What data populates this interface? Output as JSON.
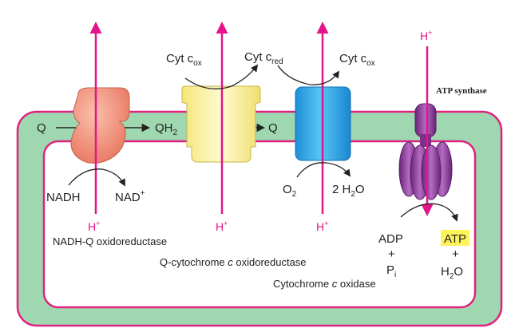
{
  "colors": {
    "membrane": "#9fd8b0",
    "membrane_edge": "#e0217f",
    "proton_arrow": "#e4158a",
    "complex1": "#f2917a",
    "complex3": "#fff5a6",
    "complex4": "#39b4ee",
    "atp_synthase": "#8b3c98",
    "atp_highlight": "#fff35a"
  },
  "labels": {
    "q_left": "Q",
    "qh2": "QH",
    "qh2_sub": "2",
    "q_right": "Q",
    "cyt_c": "Cyt c",
    "ox_sub": "ox",
    "red_sub": "red",
    "nadh": "NADH",
    "nad": "NAD",
    "plus_sup": "+",
    "o2": "O",
    "o2_sub": "2",
    "h2o_coef": "2 H",
    "h2o_sub": "2",
    "h2o_o": "O",
    "h": "H",
    "adp": "ADP",
    "plus": "+",
    "pi": "P",
    "pi_sub": "i",
    "atp": "ATP",
    "h2o2_h": "H",
    "h2o2_sub": "2",
    "h2o2_o": "O"
  },
  "complexes": {
    "complex1": "NADH-Q oxidoreductase",
    "complex3_pre": "Q-cytochrome ",
    "complex3_c": "c",
    "complex3_post": " oxidoreductase",
    "complex4_pre": "Cytochrome ",
    "complex4_c": "c",
    "complex4_post": " oxidase",
    "atp_synthase": "ATP synthase"
  }
}
